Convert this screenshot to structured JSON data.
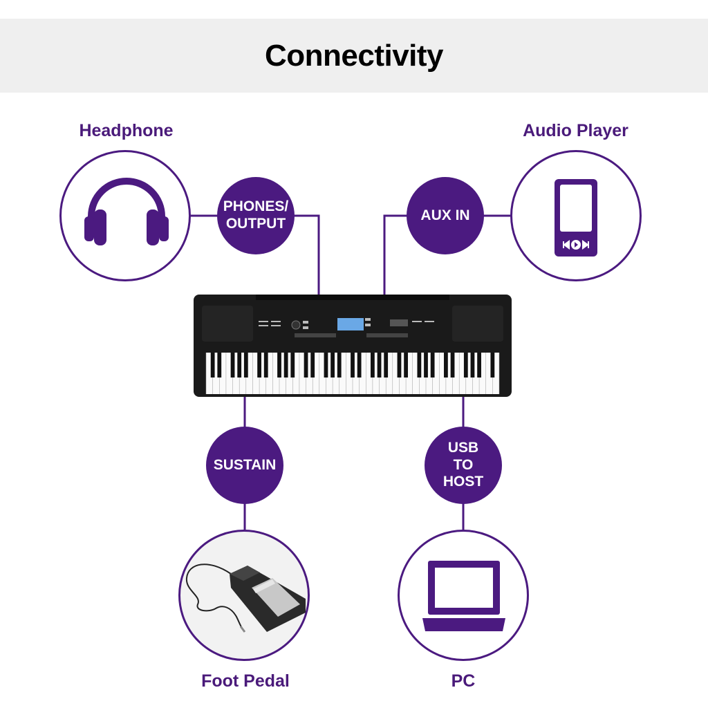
{
  "title": "Connectivity",
  "colors": {
    "accent": "#4b1a80",
    "label": "#4a1a7a",
    "banner": "#efefef"
  },
  "connections": [
    {
      "device": "Headphone",
      "port": "PHONES/\nOUTPUT",
      "icon": "headphones-icon"
    },
    {
      "device": "Audio Player",
      "port": "AUX IN",
      "icon": "audio-player-icon"
    },
    {
      "device": "Foot Pedal",
      "port": "SUSTAIN",
      "icon": "foot-pedal-icon"
    },
    {
      "device": "PC",
      "port": "USB\nTO\nHOST",
      "icon": "laptop-icon"
    }
  ]
}
